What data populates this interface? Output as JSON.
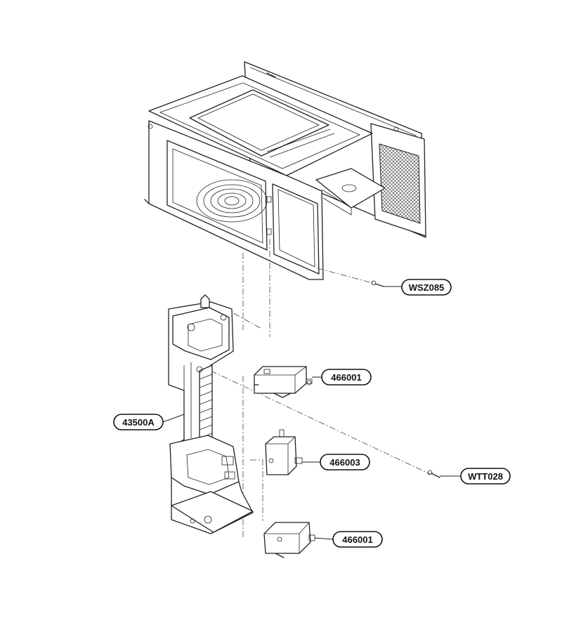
{
  "callouts": [
    {
      "id": "wsz085",
      "label": "WSZ085"
    },
    {
      "id": "p466001a",
      "label": "466001"
    },
    {
      "id": "p43500a",
      "label": "43500A"
    },
    {
      "id": "p466003",
      "label": "466003"
    },
    {
      "id": "wtt028",
      "label": "WTT028"
    },
    {
      "id": "p466001b",
      "label": "466001"
    }
  ]
}
